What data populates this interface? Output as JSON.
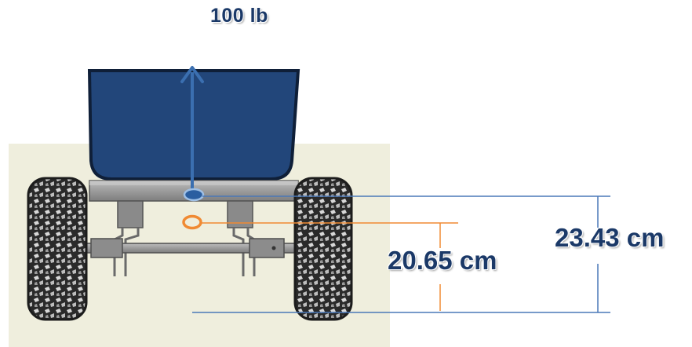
{
  "force": {
    "label": "100 lb"
  },
  "dimensions": {
    "large": {
      "label": "23.43 cm"
    },
    "small": {
      "label": "20.65 cm"
    }
  },
  "colors": {
    "background_panel": "#efeedd",
    "bin": "#22467a",
    "bin_outline": "#0f1f38",
    "force_arrow": "#3b6fb0",
    "cog_marker_blue": "#3b6fb0",
    "cog_marker_orange": "#f08a33",
    "dimension_line_blue": "#4a78b8",
    "dimension_line_orange": "#f08a33",
    "label_text": "#1b3968"
  },
  "icons": {
    "tire_left": "tire-icon",
    "tire_right": "tire-icon"
  }
}
